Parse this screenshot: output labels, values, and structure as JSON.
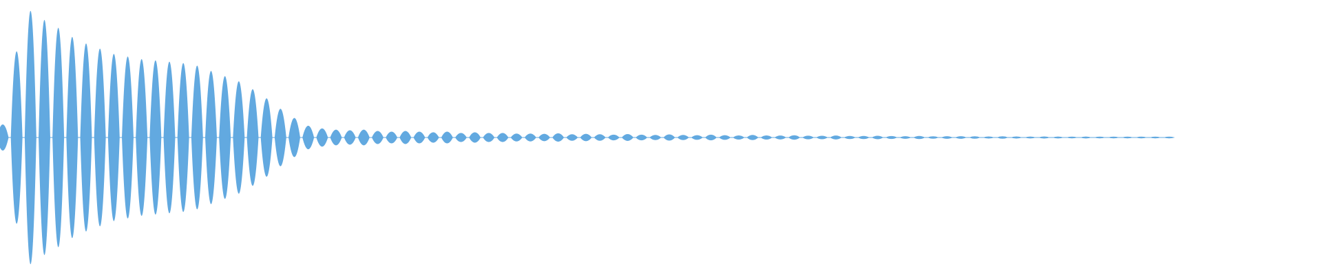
{
  "waveform": {
    "color": "#62a9e0",
    "background": "#ffffff",
    "peak_count": 85,
    "amplitude_envelope": [
      0.1,
      0.66,
      0.97,
      0.9,
      0.84,
      0.77,
      0.72,
      0.68,
      0.64,
      0.62,
      0.6,
      0.59,
      0.58,
      0.57,
      0.55,
      0.51,
      0.47,
      0.43,
      0.37,
      0.3,
      0.22,
      0.15,
      0.09,
      0.07,
      0.06,
      0.055,
      0.06,
      0.05,
      0.045,
      0.05,
      0.045,
      0.04,
      0.045,
      0.035,
      0.04,
      0.035,
      0.035,
      0.03,
      0.03,
      0.028,
      0.032,
      0.025,
      0.028,
      0.025,
      0.022,
      0.026,
      0.022,
      0.02,
      0.024,
      0.02,
      0.018,
      0.022,
      0.018,
      0.016,
      0.02,
      0.016,
      0.015,
      0.017,
      0.014,
      0.013,
      0.015,
      0.012,
      0.012,
      0.013,
      0.011,
      0.01,
      0.012,
      0.009,
      0.01,
      0.01,
      0.009,
      0.008,
      0.009,
      0.008,
      0.007,
      0.008,
      0.007,
      0.006,
      0.007,
      0.006,
      0.005,
      0.006,
      0.005,
      0.004,
      0.004
    ]
  }
}
